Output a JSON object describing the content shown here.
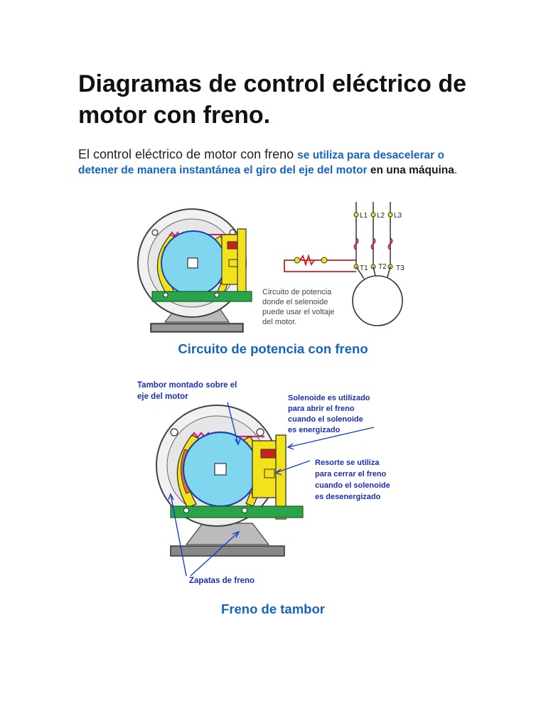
{
  "title": "Diagramas de control eléctrico de motor con freno.",
  "intro": {
    "plain": "El control eléctrico de motor con freno ",
    "link": "se utiliza para desacelerar o detener de manera instantánea el giro del eje del motor",
    "bold": " en una máquina",
    "end": "."
  },
  "figure1": {
    "note_lines": [
      "Circuito de potencia",
      "donde el selenoide",
      "puede usar el voltaje",
      "del motor."
    ],
    "terminals": {
      "l1": "L1",
      "l2": "L2",
      "l3": "L3",
      "t1": "T1",
      "t2": "T2",
      "t3": "T3"
    },
    "caption": "Circuito de potencia con freno"
  },
  "figure2": {
    "label_drum": [
      "Tambor montado sobre el",
      "eje del motor"
    ],
    "label_solenoid": [
      "Solenoide es utilizado",
      "para abrir el freno",
      "cuando el solenoide",
      "es energizado"
    ],
    "label_spring": [
      "Resorte se utiliza",
      "para cerrar el freno",
      "cuando el solenoide",
      "es desenergizado"
    ],
    "label_shoes": "Zapatas de freno",
    "caption": "Freno de tambor"
  },
  "colors": {
    "accent_blue": "#1565c0",
    "drum": "#7fd6ee",
    "shoe_yellow": "#f2e21a",
    "lining_red": "#f06a3a",
    "base_green": "#2aa34a",
    "spring_pink": "#d6206b",
    "wire_red": "#cc2020"
  }
}
